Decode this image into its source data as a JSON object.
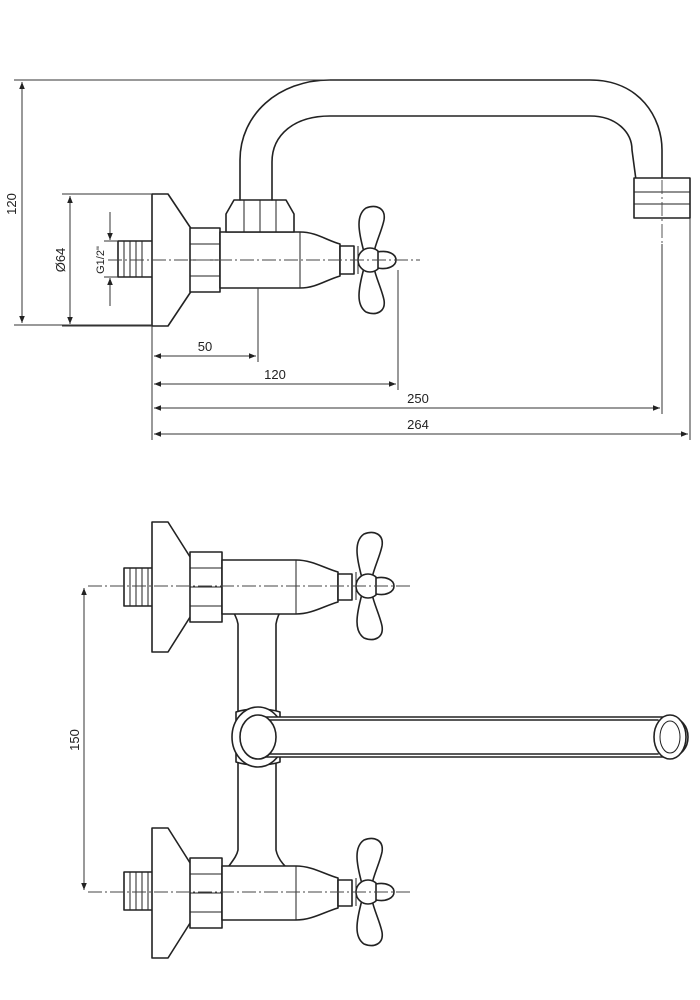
{
  "side_view": {
    "dimensions": {
      "height": "120",
      "diameter": "Ø64",
      "thread": "G1/2\"",
      "d50": "50",
      "d120": "120",
      "d250": "250",
      "d264": "264"
    }
  },
  "front_view": {
    "dimensions": {
      "spacing": "150"
    }
  }
}
